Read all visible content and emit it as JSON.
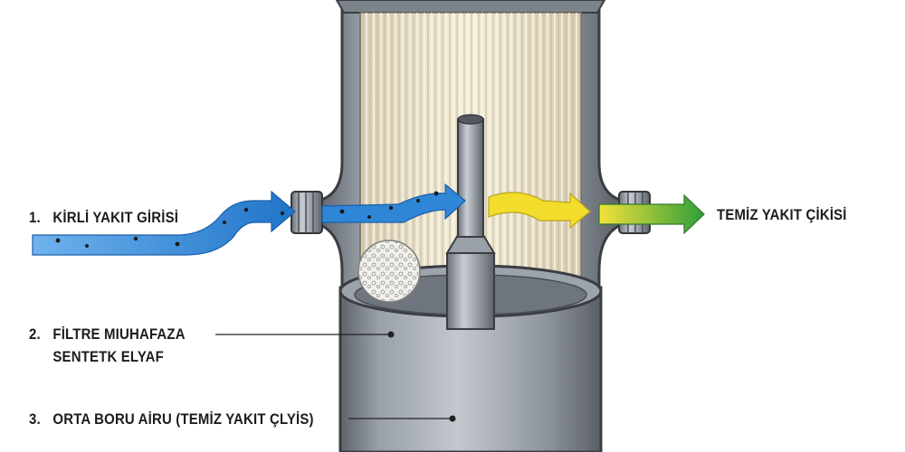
{
  "labels": {
    "inlet_number": "1.",
    "inlet": "KİRLİ YAKIT GİRİSİ",
    "outlet": "TEMİZ YAKIT ÇİKİSİ",
    "housing_number": "2.",
    "housing_line1": "FİLTRE MIUHAFAZA",
    "housing_line2": "SENTETK ELYAF",
    "center_number": "3.",
    "center": "ORTA BORU AİRU (TEMİZ YAKIT ÇLYİS)"
  },
  "colors": {
    "dirty_fuel": "#2f86d6",
    "clean_fuel": "#f2dd2c",
    "outlet_arrow": "#3aa33a",
    "housing_metal": "#8a9099",
    "filter_media": "#efe6cd"
  }
}
